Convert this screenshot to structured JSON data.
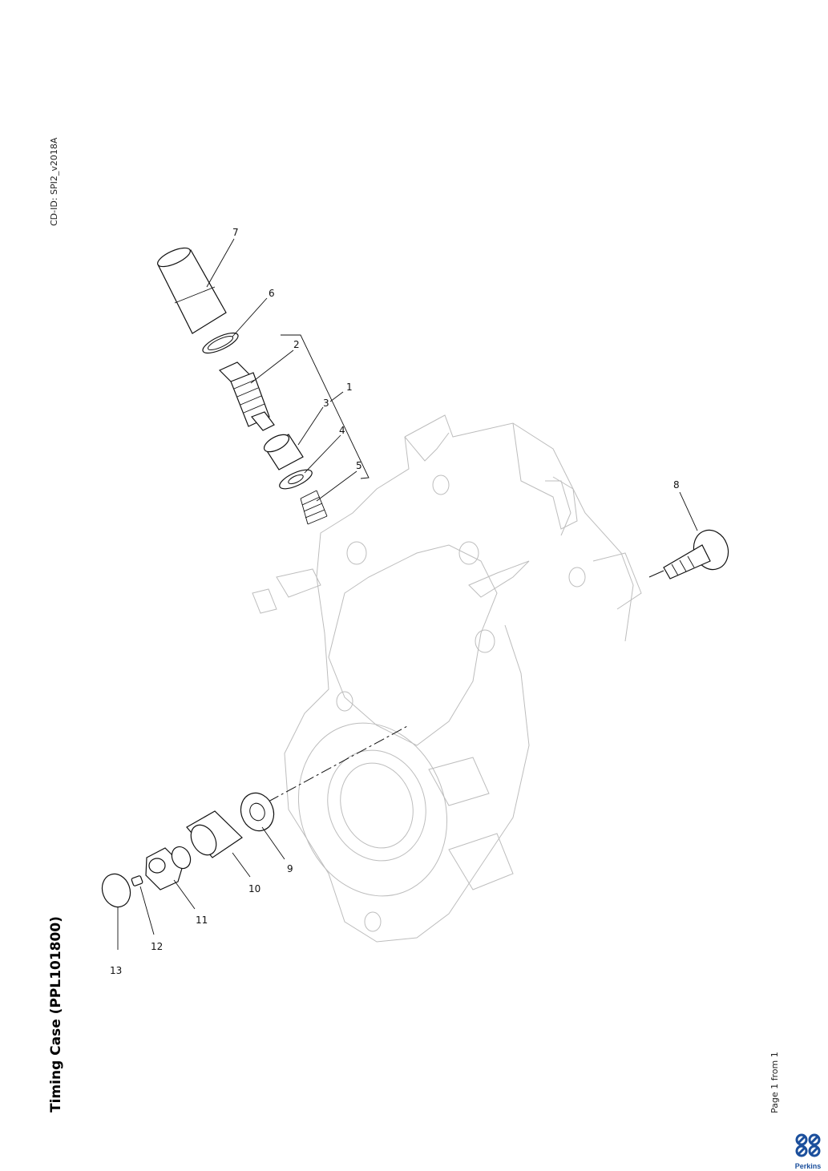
{
  "document": {
    "title": "Timing Case (PPL101800)",
    "cd_id": "CD-ID: SPI2_v2018A",
    "page_info": "Page 1 from 1"
  },
  "callouts": [
    "1",
    "2",
    "3",
    "4",
    "5",
    "6",
    "7",
    "8",
    "9",
    "10",
    "11",
    "12",
    "13"
  ],
  "logo": {
    "text": "Perkins",
    "color": "#1b4f9c"
  }
}
